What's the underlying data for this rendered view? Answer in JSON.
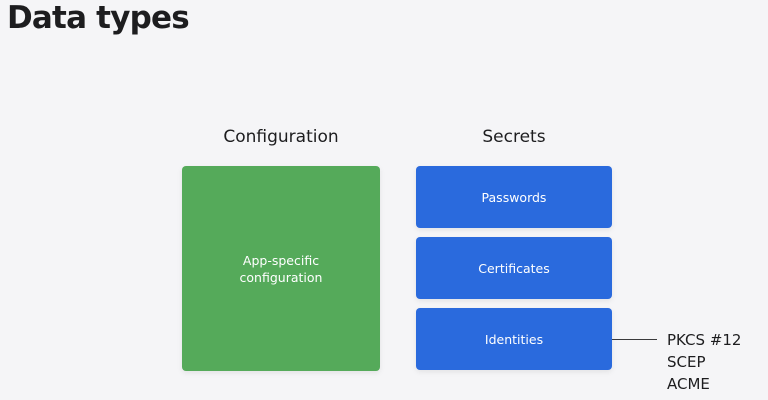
{
  "title": "Data types",
  "columns": {
    "configuration": {
      "heading": "Configuration",
      "box_label": "App-specific configuration"
    },
    "secrets": {
      "heading": "Secrets",
      "items": [
        "Passwords",
        "Certificates",
        "Identities"
      ]
    }
  },
  "identity_protocols": [
    "PKCS #12",
    "SCEP",
    "ACME"
  ],
  "colors": {
    "background": "#f5f5f7",
    "configuration_box": "#55aa5a",
    "secret_box": "#2a6add"
  }
}
